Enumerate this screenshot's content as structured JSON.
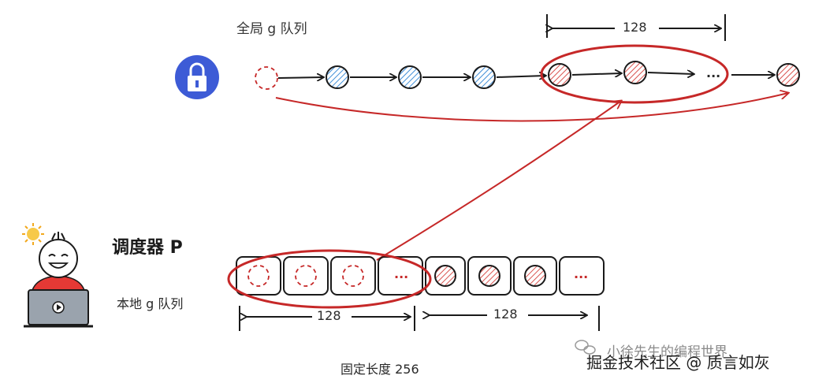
{
  "global_queue": {
    "label": "全局 g 队列",
    "span_label": "128",
    "ellipsis": "..."
  },
  "scheduler": {
    "title": "调度器 P",
    "local_queue_label": "本地 g 队列",
    "first_half_label": "128",
    "second_half_label": "128",
    "slot_ellipsis": "...",
    "slot_ellipsis_end": "...",
    "fixed_length_label": "固定长度 256"
  },
  "watermark": {
    "line1": "小徐先生的编程世界",
    "line2": "掘金技术社区 @ 质言如灰"
  },
  "colors": {
    "red": "#c62828",
    "blue": "#3f8ed8",
    "lock_bg": "#3d5bd6"
  }
}
